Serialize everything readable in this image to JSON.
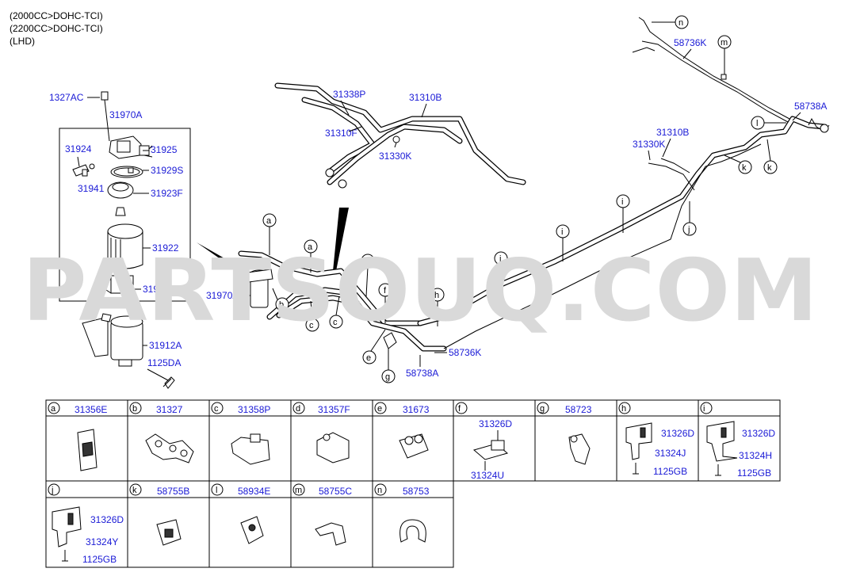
{
  "header": {
    "line1": "(2000CC>DOHC-TCI)",
    "line2": "(2200CC>DOHC-TCI)",
    "line3": "(LHD)"
  },
  "watermark": "PARTSOUQ.COM",
  "parts": {
    "p1327AC": "1327AC",
    "p31970A_top": "31970A",
    "p31924": "31924",
    "p31925": "31925",
    "p31929S": "31929S",
    "p31941": "31941",
    "p31923F": "31923F",
    "p31922": "31922",
    "p31921": "31921",
    "p31970A_mid": "31970A",
    "p31912A": "31912A",
    "p1125DA": "1125DA",
    "p31338P": "31338P",
    "p31310B_top": "31310B",
    "p31310F": "31310F",
    "p31330K_top": "31330K",
    "p58736K_top": "58736K",
    "p58738A_top": "58738A",
    "p31310B_right": "31310B",
    "p31330K_right": "31330K",
    "p58736K_bot": "58736K",
    "p58738A_bot": "58738A"
  },
  "callouts": {
    "n": "n",
    "m": "m",
    "l": "l",
    "k1": "k",
    "k2": "k",
    "a1": "a",
    "a2": "a",
    "b": "b",
    "c1": "c",
    "c2": "c",
    "d": "d",
    "e": "e",
    "f": "f",
    "g": "g",
    "h": "h",
    "i1": "i",
    "i2": "i",
    "i3": "i",
    "j": "j"
  },
  "table": {
    "row1": [
      {
        "letter": "a",
        "part": "31356E"
      },
      {
        "letter": "b",
        "part": "31327"
      },
      {
        "letter": "c",
        "part": "31358P"
      },
      {
        "letter": "d",
        "part": "31357F"
      },
      {
        "letter": "e",
        "part": "31673"
      },
      {
        "letter": "f",
        "part": "",
        "sub1": "31326D",
        "sub2": "31324U"
      },
      {
        "letter": "g",
        "part": "58723"
      },
      {
        "letter": "h",
        "part": "",
        "sub1": "31326D",
        "sub2": "31324J",
        "sub3": "1125GB"
      },
      {
        "letter": "i",
        "part": "",
        "sub1": "31326D",
        "sub2": "31324H",
        "sub3": "1125GB"
      }
    ],
    "row2": [
      {
        "letter": "j",
        "part": "",
        "sub1": "31326D",
        "sub2": "31324Y",
        "sub3": "1125GB"
      },
      {
        "letter": "k",
        "part": "58755B"
      },
      {
        "letter": "l",
        "part": "58934E"
      },
      {
        "letter": "m",
        "part": "58755C"
      },
      {
        "letter": "n",
        "part": "58753"
      }
    ]
  }
}
